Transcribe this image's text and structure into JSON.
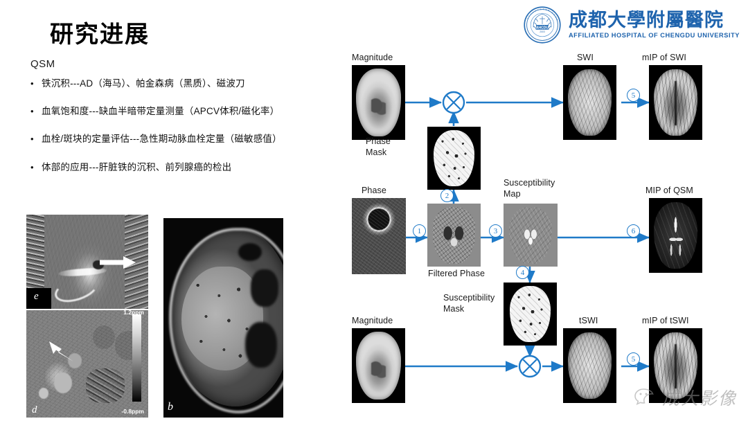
{
  "slide": {
    "title": "研究进展",
    "subhead": "QSM",
    "bullet_marker": "•",
    "bullets": [
      "铁沉积---AD（海马）、帕金森病（黑质）、磁波刀",
      "血氧饱和度---缺血半暗带定量测量（APCV体积/磁化率）",
      "血栓/斑块的定量评估---急性期动脉血栓定量（磁敏感值）",
      "体部的应用---肝脏铁的沉积、前列腺癌的检出"
    ]
  },
  "logo": {
    "emblem_text": "AHCDU",
    "emblem_year": "2003",
    "chinese": "成都大學附屬醫院",
    "english": "AFFILIATED HOSPITAL OF CHENGDU UNIVERSITY",
    "color": "#1e63ad"
  },
  "figures": {
    "panel_e_label": "e",
    "panel_d_label": "d",
    "panel_b_label": "b",
    "colorbar_max": "1.2ppm",
    "colorbar_min": "-0.8ppm"
  },
  "diagram": {
    "accent_color": "#1f7ac8",
    "labels": {
      "magnitude_top": "Magnitude",
      "phase_mask": "Phase\nMask",
      "swi": "SWI",
      "mip_of_swi": "mIP of SWI",
      "phase": "Phase",
      "filtered_phase": "Filtered Phase",
      "susceptibility_map": "Susceptibility\nMap",
      "mip_of_qsm": "MIP of QSM",
      "susceptibility_mask": "Susceptibility\nMask",
      "magnitude_bottom": "Magnitude",
      "tswi": "tSWI",
      "mip_of_tswi": "mIP of tSWI"
    },
    "step_numbers": {
      "one": "1",
      "two": "2",
      "three": "3",
      "four": "4",
      "five_top": "5",
      "five_bottom": "5",
      "six": "6"
    }
  },
  "watermark": {
    "text": "成大影像",
    "icon": "wechat-icon"
  }
}
